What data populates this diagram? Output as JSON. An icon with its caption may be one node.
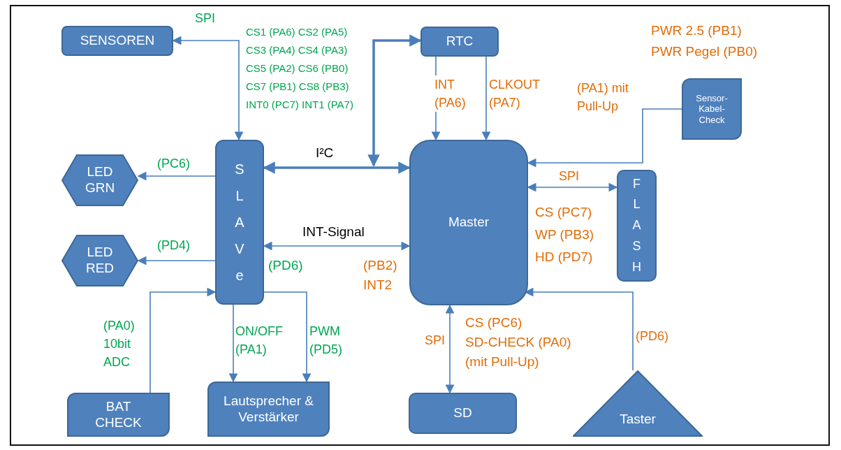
{
  "diagram": {
    "nodes": [
      {
        "text": [
          "SENSOREN"
        ]
      },
      {
        "text": [
          "RTC"
        ]
      },
      {
        "text": [
          "SLAVe"
        ],
        "beside": [
          "(PD6)"
        ]
      },
      {
        "text": [
          "LED GRN"
        ]
      },
      {
        "text": [
          "LED RED"
        ]
      },
      {
        "text": [
          "Master"
        ]
      },
      {
        "text": [
          "Sensor-Kabel-Check"
        ]
      },
      {
        "text": [
          "FLASH"
        ]
      },
      {
        "text": [
          "BAT CHECK"
        ]
      },
      {
        "text": [
          "Lautsprecher & Verstärker"
        ]
      },
      {
        "text": [
          "SD"
        ]
      },
      {
        "text": [
          "Taster"
        ]
      }
    ],
    "edges": [
      {
        "from": 2,
        "to": 0,
        "arrow": "both",
        "label": "SPI"
      },
      {
        "from": 2,
        "to": 5,
        "arrow": "both",
        "label": "I²C",
        "style": "thick"
      },
      {
        "from": null,
        "to": 1,
        "arrow": "both",
        "style": "thick"
      },
      {
        "from": 1,
        "to": 5,
        "arrow": "to",
        "label": "INT (PA6)"
      },
      {
        "from": 1,
        "to": 5,
        "arrow": "to",
        "label": "CLKOUT (PA7)"
      },
      {
        "from": 6,
        "to": 5,
        "arrow": "to",
        "label": "(PA1) mit Pull-Up"
      },
      {
        "from": 5,
        "to": 7,
        "arrow": "both",
        "label": "SPI"
      },
      {
        "from": 2,
        "to": 3,
        "arrow": "to",
        "label": "(PC6)"
      },
      {
        "from": 2,
        "to": 4,
        "arrow": "to",
        "label": "(PD4)"
      },
      {
        "from": 2,
        "to": 5,
        "arrow": "both",
        "label": "INT-Signal"
      },
      {
        "from": 8,
        "to": 2,
        "arrow": "to",
        "label": "(PA0) 10bit ADC"
      },
      {
        "from": 2,
        "to": 9,
        "arrow": "to",
        "label": "ON/OFF (PA1)"
      },
      {
        "from": 2,
        "to": 9,
        "arrow": "to",
        "label": "PWM (PD5)"
      },
      {
        "from": 5,
        "to": 10,
        "arrow": "both",
        "label": "SPI"
      },
      {
        "from": 11,
        "to": 5,
        "arrow": "to",
        "label": "(PD6)"
      }
    ],
    "labels": [
      "CS1 (PA6) CS2 (PA5)",
      "CS3 (PA4) CS4 (PA3)",
      "CS5 (PA2) CS6 (PB0)",
      "CS7 (PB1) CS8 (PB3)",
      "INT0 (PC7) INT1 (PA7)",
      "PWR 2.5 (PB1)",
      "PWR Pegel (PB0)",
      "(PB2) INT2",
      "CS (PC7)",
      "WP (PB3)",
      "HD (PD7)",
      "CS (PC6)",
      "SD-CHECK (PA0)",
      "(mit Pull-Up)"
    ]
  }
}
